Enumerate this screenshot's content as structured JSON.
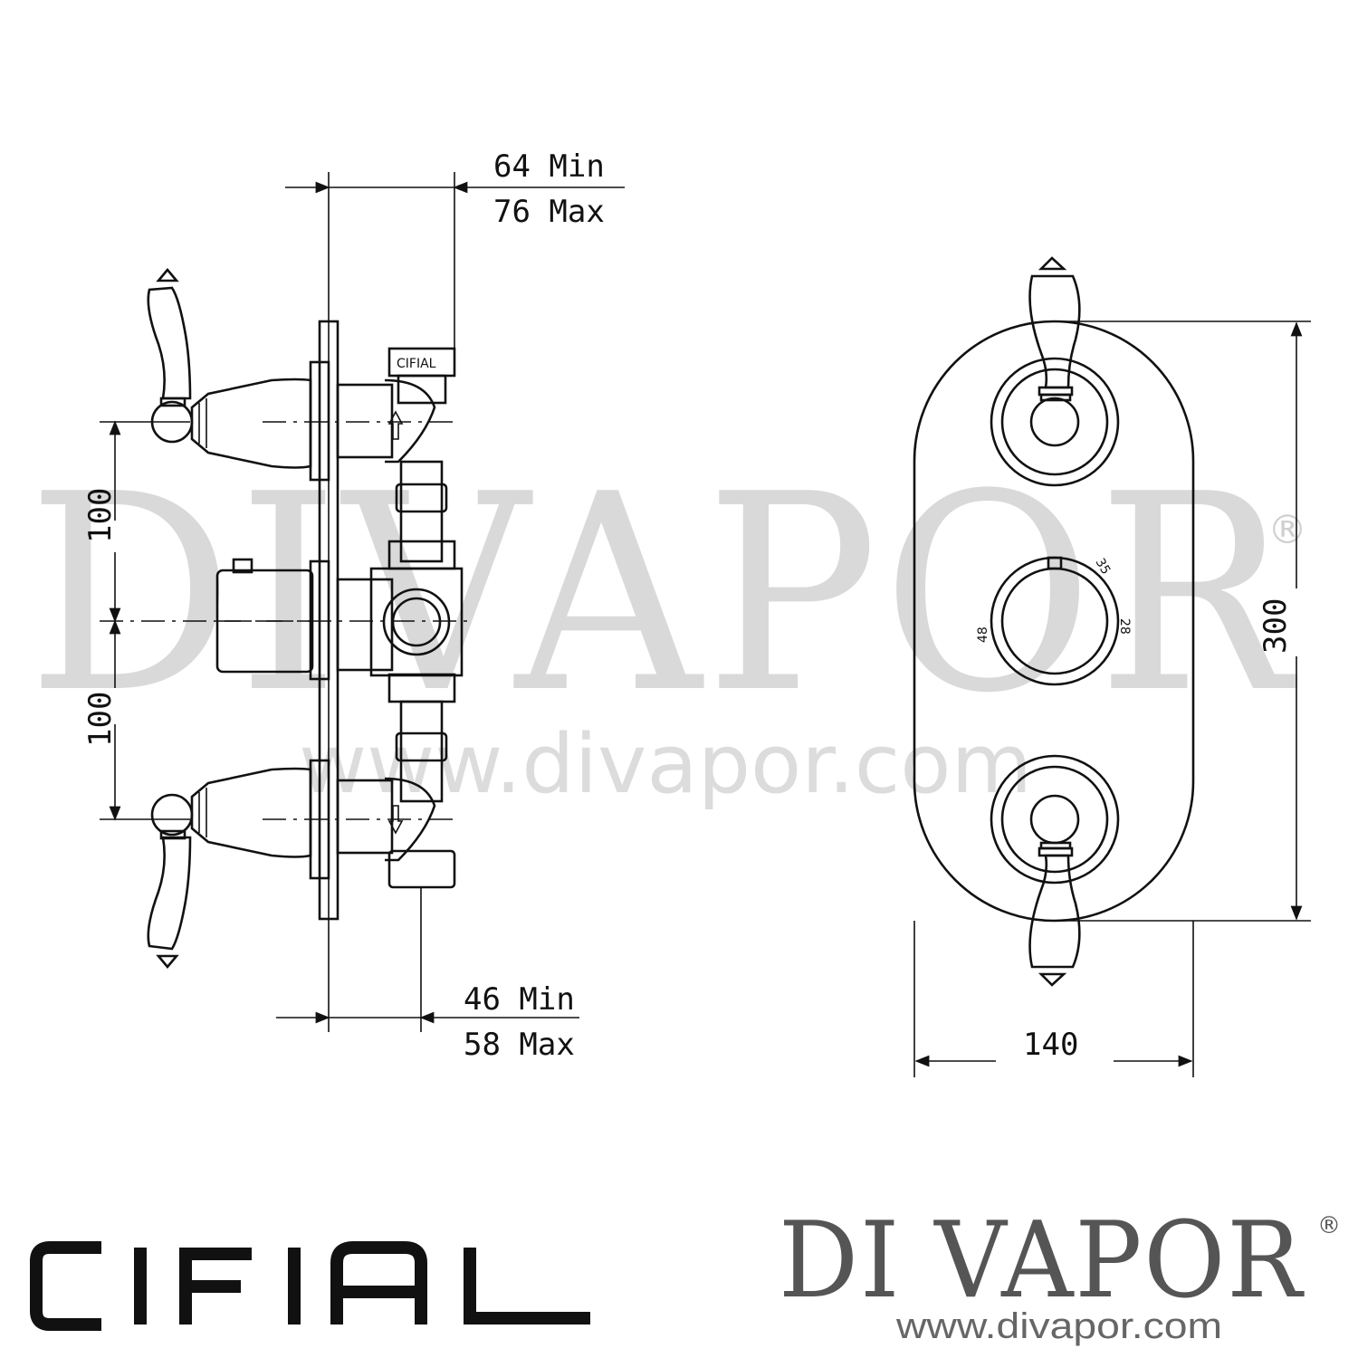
{
  "watermark": {
    "big_text": "DIVAPOR",
    "registered": "®",
    "url": "www.divapor.com"
  },
  "side_view": {
    "depth_top": {
      "min": "64 Min",
      "max": "76 Max"
    },
    "depth_bottom": {
      "min": "46 Min",
      "max": "58 Max"
    },
    "spacing_upper": "100",
    "spacing_lower": "100",
    "stamp": "CIFIAL"
  },
  "front_view": {
    "height": "300",
    "width": "140",
    "scale_marks": [
      "35",
      "28",
      "48"
    ]
  },
  "brands": {
    "left_logo": "CIFIAL",
    "right_name": "DI VAPOR",
    "right_registered": "®",
    "right_url": "www.divapor.com"
  },
  "colors": {
    "line": "#111111",
    "watermark": "#d9d9d9",
    "brand_grey": "#555555"
  }
}
